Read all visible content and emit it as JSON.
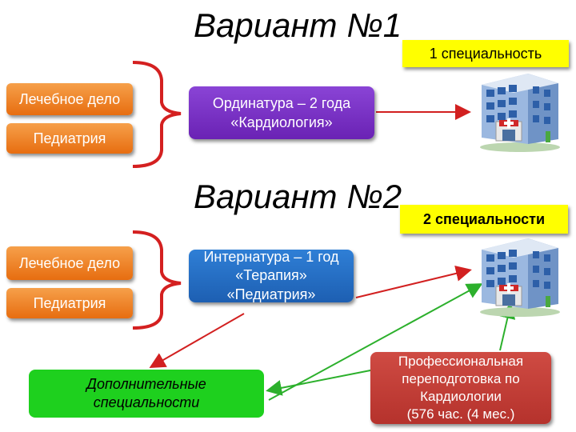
{
  "variant1": {
    "title": "Вариант №1",
    "badge": "1 специальность",
    "source_top": "Лечебное дело",
    "source_bottom": "Педиатрия",
    "program_line1": "Ординатура – 2 года",
    "program_line2": "«Кардиология»"
  },
  "variant2": {
    "title": "Вариант №2",
    "badge": "2 специальности",
    "source_top": "Лечебное дело",
    "source_bottom": "Педиатрия",
    "program_line1": "Интернатура – 1 год",
    "program_line2": "«Терапия»",
    "program_line3": "«Педиатрия»"
  },
  "extra": {
    "line1": "Дополнительные",
    "line2": "специальности"
  },
  "retraining": {
    "line1": "Профессиональная",
    "line2": "переподготовка по",
    "line3": "Кардиологии",
    "line4": "(576 час. (4 мес.)"
  },
  "colors": {
    "orange": "#e76d10",
    "purple": "#7030c0",
    "blue": "#1d6fc4",
    "green": "#1ed01e",
    "red": "#c0392b",
    "yellow": "#ffff00",
    "arrow_red": "#d22020",
    "arrow_green": "#2cb02c"
  },
  "icons": [
    "hospital-building-icon",
    "hospital-building-icon"
  ]
}
